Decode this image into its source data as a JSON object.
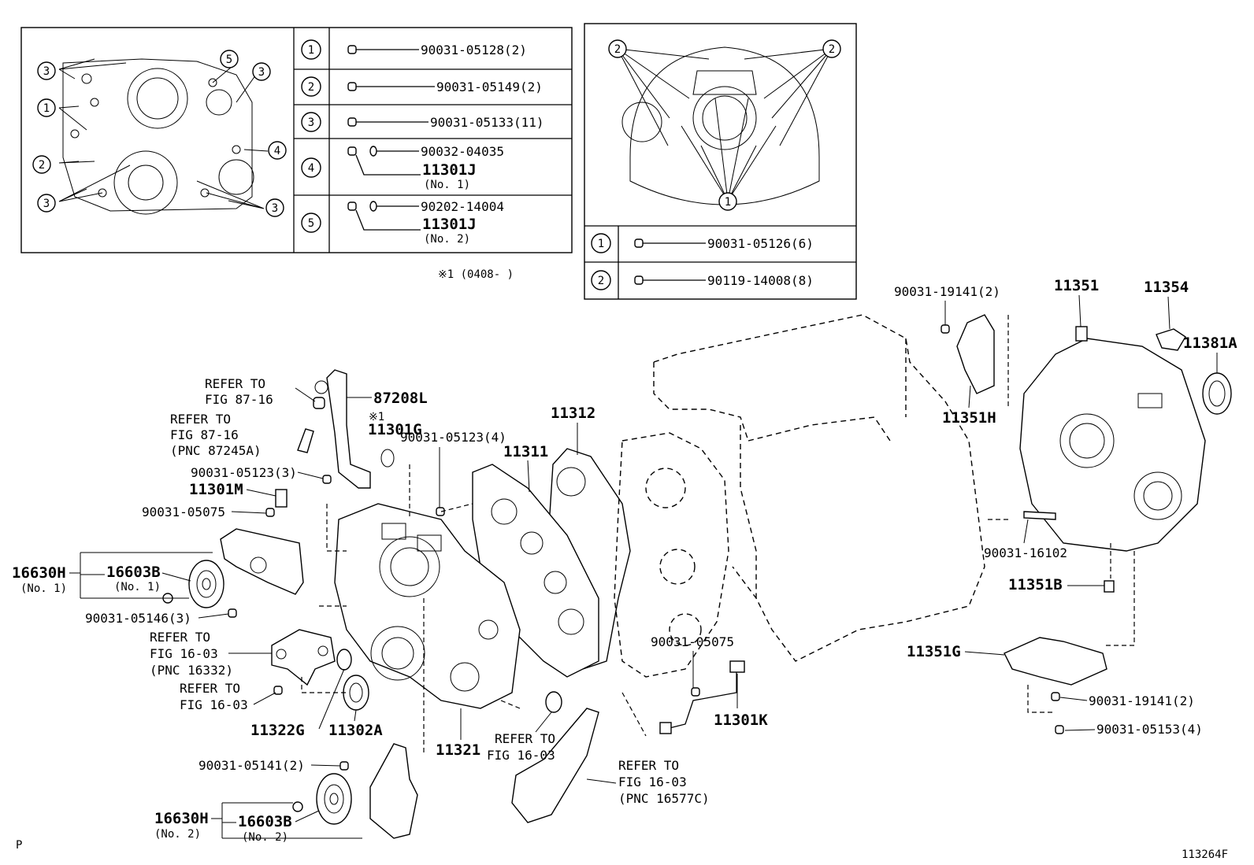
{
  "table_left": {
    "rows": [
      {
        "key": "1",
        "part": "90031-05128(2)"
      },
      {
        "key": "2",
        "part": "90031-05149(2)"
      },
      {
        "key": "3",
        "part": "90031-05133(11)"
      },
      {
        "key": "4",
        "part": "90032-04035",
        "sub": "11301J",
        "sub_note": "(No. 1)"
      },
      {
        "key": "5",
        "part": "90202-14004",
        "sub": "11301J",
        "sub_note": "(No. 2)"
      }
    ],
    "detail_callouts": [
      "3",
      "5",
      "3",
      "1",
      "4",
      "2",
      "3",
      "3"
    ],
    "footnote": "※1 (0408-      )"
  },
  "table_right": {
    "rows": [
      {
        "key": "1",
        "part": "90031-05126(6)"
      },
      {
        "key": "2",
        "part": "90119-14008(8)"
      }
    ],
    "detail_callouts": [
      "2",
      "2",
      "1"
    ]
  },
  "labels": {
    "p87208l": "87208L",
    "star1": "※1",
    "p11301g": "11301G",
    "refer_87_16_a_1": "REFER TO",
    "refer_87_16_a_2": "FIG 87-16",
    "refer_87_16_b_1": "REFER TO",
    "refer_87_16_b_2": "FIG 87-16",
    "refer_87_16_b_3": "(PNC 87245A)",
    "b05123_3": "90031-05123(3)",
    "p11301m": "11301M",
    "b05075_a": "90031-05075",
    "p16630h_1": "16630H",
    "no1_a": "(No. 1)",
    "p16603b_1": "16603B",
    "no1_b": "(No. 1)",
    "b05146": "90031-05146(3)",
    "refer_16_03_a_1": "REFER TO",
    "refer_16_03_a_2": "FIG 16-03",
    "refer_16_03_a_3": "(PNC 16332)",
    "refer_16_03_b_1": "REFER TO",
    "refer_16_03_b_2": "FIG 16-03",
    "p11322g": "11322G",
    "p11302a": "11302A",
    "b05141": "90031-05141(2)",
    "p16630h_2": "16630H",
    "no2_a": "(No. 2)",
    "p16603b_2": "16603B",
    "no2_b": "(No. 2)",
    "b05123_4": "90031-05123(4)",
    "p11311": "11311",
    "p11312": "11312",
    "p11321": "11321",
    "refer_16_03_c_1": "REFER TO",
    "refer_16_03_c_2": "FIG 16-03",
    "refer_16_03_d_1": "REFER TO",
    "refer_16_03_d_2": "FIG 16-03",
    "refer_16_03_d_3": "(PNC 16577C)",
    "b05075_b": "90031-05075",
    "p11301k": "11301K",
    "b19141_a": "90031-19141(2)",
    "p11351h": "11351H",
    "p11351": "11351",
    "p11354": "11354",
    "p11381a": "11381A",
    "b16102": "90031-16102",
    "p11351b": "11351B",
    "p11351g": "11351G",
    "b19141_b": "90031-19141(2)",
    "b05153": "90031-05153(4)",
    "corner_p": "P",
    "figure_id": "113264F"
  }
}
